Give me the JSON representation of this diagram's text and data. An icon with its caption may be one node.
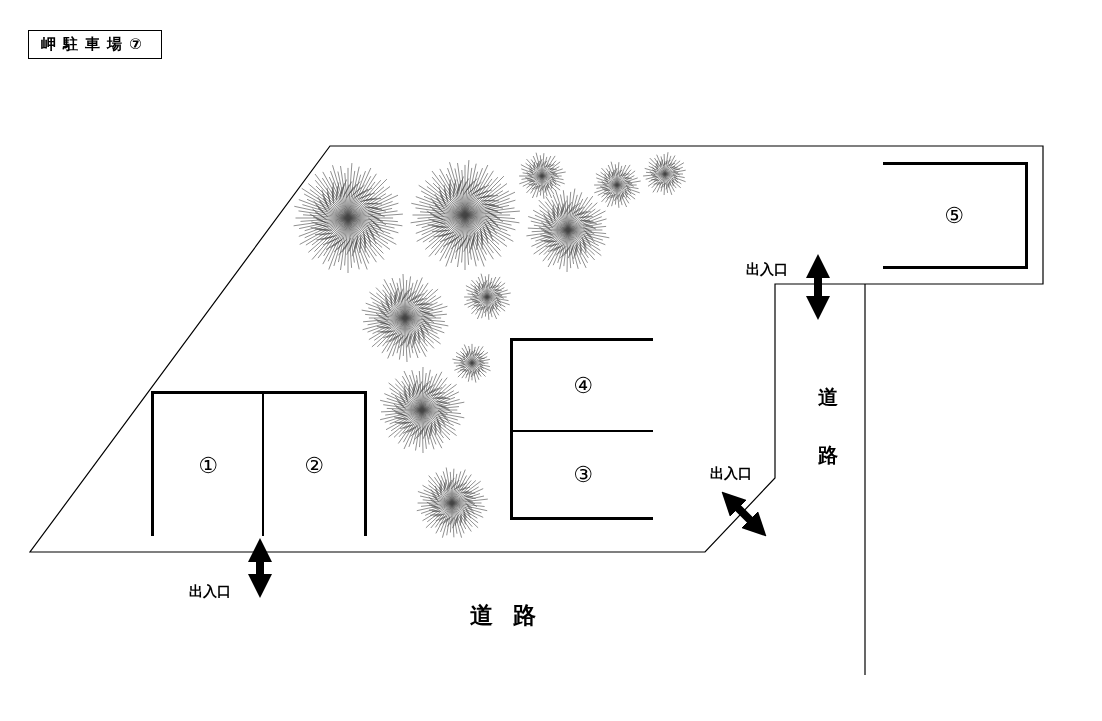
{
  "diagram": {
    "title": "岬駐車場⑦",
    "nodes": [
      {
        "text": [
          "⑤"
        ]
      },
      {
        "text": [
          "④"
        ]
      },
      {
        "text": [
          "①"
        ]
      },
      {
        "text": [
          "②"
        ]
      },
      {
        "text": [
          "③"
        ]
      }
    ],
    "labels": [
      "出入口",
      "道路",
      "出入口",
      "出入口",
      "道路"
    ]
  }
}
